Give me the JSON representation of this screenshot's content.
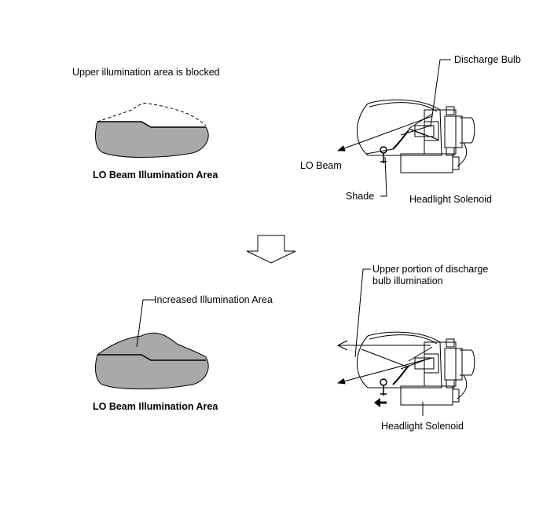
{
  "top_panel": {
    "blocked_caption": "Upper illumination area is blocked",
    "area_caption": "LO Beam Illumination Area",
    "discharge_bulb_label": "Discharge Bulb",
    "lo_beam_label": "LO Beam",
    "shade_label": "Shade",
    "solenoid_label": "Headlight Solenoid"
  },
  "bottom_panel": {
    "increased_label": "Increased Illumination Area",
    "area_caption": "LO Beam Illumination Area",
    "upper_portion_label_line1": "Upper portion of discharge",
    "upper_portion_label_line2": "bulb illumination",
    "solenoid_label": "Headlight Solenoid"
  },
  "colors": {
    "area_fill": "#a9a9a9",
    "line": "#000000"
  }
}
